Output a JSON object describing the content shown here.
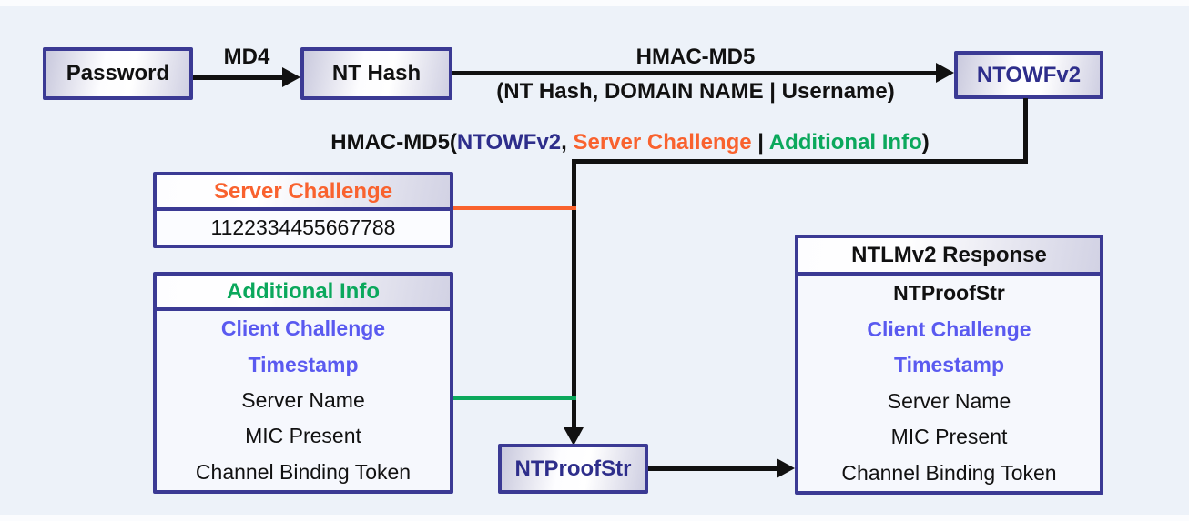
{
  "colors": {
    "background": "#edf2f9",
    "box_border": "#3b3a94",
    "navy": "#2e2e8b",
    "orange": "#f9622e",
    "green": "#0ba85c",
    "blue": "#5a5af0",
    "black": "#111111"
  },
  "top_flow": {
    "password_label": "Password",
    "md4_label": "MD4",
    "nt_hash_label": "NT Hash",
    "hmac_md5_label": "HMAC-MD5",
    "hmac_md5_args": "(NT Hash, DOMAIN NAME | Username)",
    "ntowfv2_label": "NTOWFv2"
  },
  "formula": {
    "segments": [
      {
        "text": "HMAC-MD5("
      },
      {
        "text": "NTOWFv2"
      },
      {
        "text": ", "
      },
      {
        "text": "Server Challenge"
      },
      {
        "text": " | "
      },
      {
        "text": "Additional Info"
      },
      {
        "text": ")"
      }
    ]
  },
  "server_challenge_box": {
    "title": "Server Challenge",
    "value": "1122334455667788"
  },
  "additional_info_box": {
    "title": "Additional Info",
    "items": [
      {
        "label": "Client Challenge"
      },
      {
        "label": "Timestamp"
      },
      {
        "label": "Server Name"
      },
      {
        "label": "MIC Present"
      },
      {
        "label": "Channel Binding Token"
      }
    ]
  },
  "ntproofstr_box": {
    "label": "NTProofStr"
  },
  "ntlmv2_response_box": {
    "title": "NTLMv2 Response",
    "items": [
      {
        "label": "NTProofStr"
      },
      {
        "label": "Client Challenge"
      },
      {
        "label": "Timestamp"
      },
      {
        "label": "Server Name"
      },
      {
        "label": "MIC Present"
      },
      {
        "label": "Channel Binding Token"
      }
    ]
  }
}
